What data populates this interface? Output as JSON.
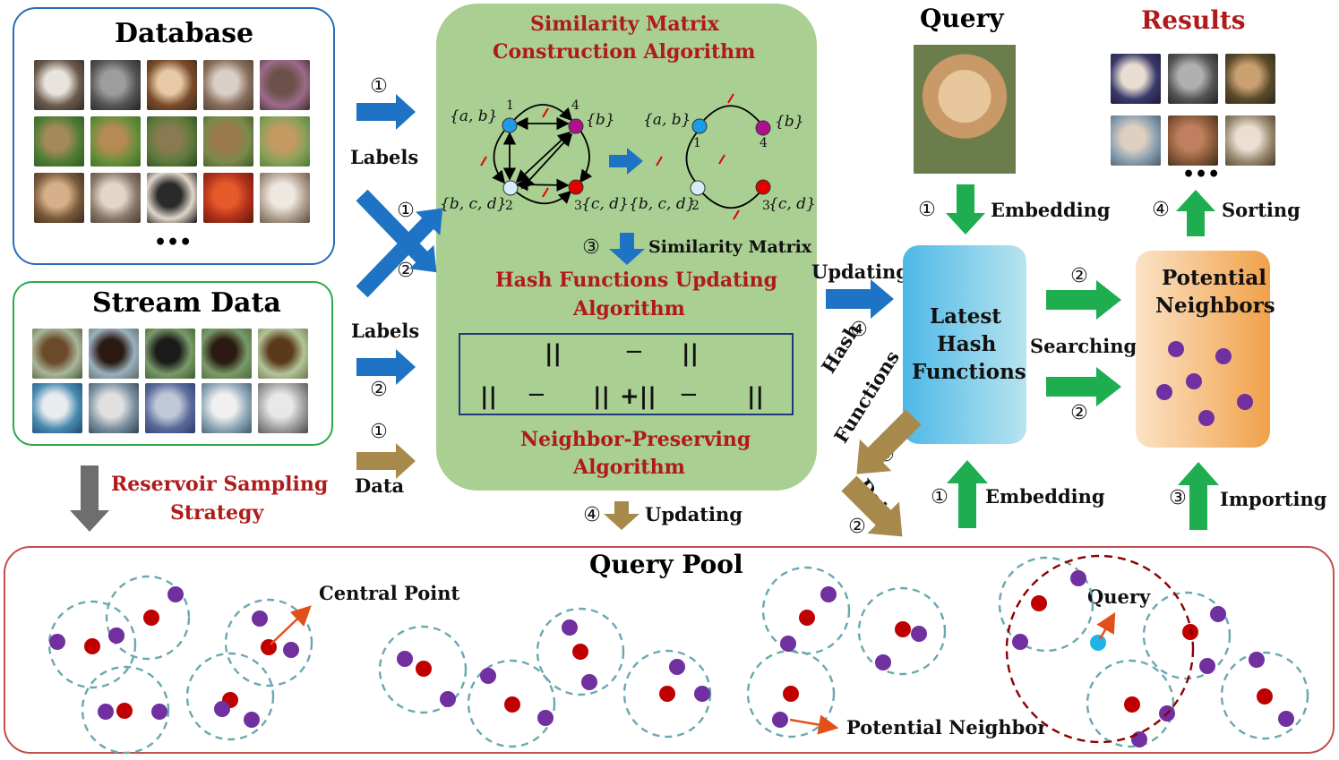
{
  "database": {
    "title": "Database",
    "ellipsis": "•••"
  },
  "stream": {
    "title": "Stream Data"
  },
  "reservoir": {
    "line1": "Reservoir Sampling",
    "line2": "Strategy"
  },
  "left_arrows": {
    "labels_top": "Labels",
    "num_top": "①",
    "cross_num1": "①",
    "cross_num2": "②",
    "labels_bottom": "Labels",
    "num_bottom": "②",
    "num_data": "①",
    "data": "Data"
  },
  "green_panel": {
    "title1": "Similarity Matrix",
    "title2": "Construction  Algorithm",
    "step_num": "③",
    "step_label": "Similarity Matrix",
    "hash_title1": "Hash Functions Updating",
    "hash_title2": "Algorithm",
    "formula_top": [
      "||",
      "−",
      "||"
    ],
    "formula_bottom": [
      "||",
      "−",
      "||",
      "+||",
      "−",
      "||"
    ],
    "np_title1": "Neighbor-Preserving",
    "np_title2": "Algorithm",
    "graph": {
      "left_sets": [
        "{a, b}",
        "{b}",
        "{b, c, d}",
        "{c, d}"
      ],
      "left_ids": [
        "1",
        "4",
        "2",
        "3"
      ],
      "right_sets": [
        "{a, b}",
        "{b}",
        "{b, c, d}",
        "{c, d}"
      ],
      "right_ids": [
        "1",
        "4",
        "2",
        "3"
      ]
    }
  },
  "below_green": {
    "num": "④",
    "label": "Updating"
  },
  "middle": {
    "updating": "Updating",
    "updating_num": "④",
    "hash_fn_line1": "Hash",
    "hash_fn_line2": "Functions",
    "hash_num": "③",
    "data_label": "Data",
    "data_num": "②"
  },
  "query": {
    "title": "Query",
    "num": "①",
    "embed": "Embedding"
  },
  "results": {
    "title": "Results",
    "ellipsis": "•••",
    "num": "④",
    "sort": "Sorting"
  },
  "latest": {
    "line1": "Latest",
    "line2": "Hash",
    "line3": "Functions"
  },
  "searching": {
    "label": "Searching",
    "num_top": "②",
    "num_bottom": "②"
  },
  "potential": {
    "line1": "Potential",
    "line2": "Neighbors"
  },
  "bottom_right": {
    "num_embed": "①",
    "embed": "Embedding",
    "num_import": "③",
    "import": "Importing"
  },
  "pool": {
    "title": "Query Pool",
    "central": "Central Point",
    "query": "Query",
    "potential": "Potential Neighbor"
  },
  "colors": {
    "blue_arrow": "#1f73c4",
    "tan_arrow": "#a8894c",
    "green_arrow": "#1fae4f",
    "gray_arrow": "#6e6e6e",
    "green_panel": "#a9cf92",
    "red_point": "#c00000",
    "purple_point": "#7030a0",
    "query_point": "#1eb4e8",
    "pool_border": "#c0504d",
    "circle_dash": "#6aa8b0"
  }
}
